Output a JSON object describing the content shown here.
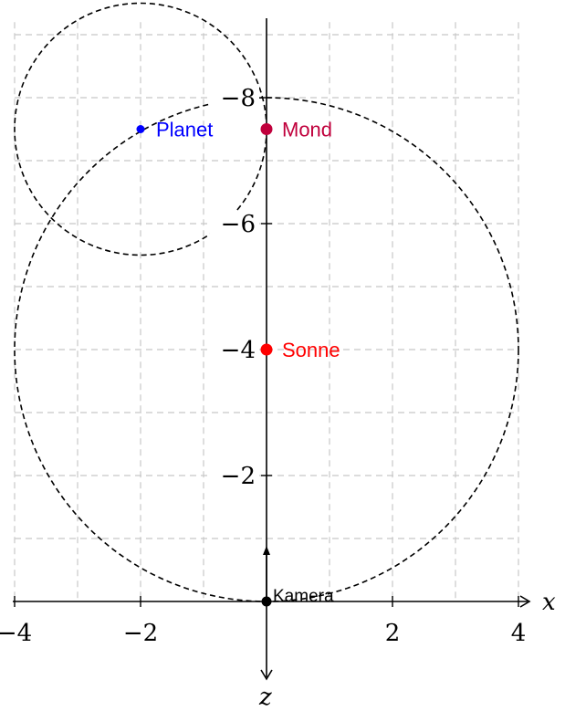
{
  "axes": {
    "x_name": "x",
    "z_name": "z",
    "x_ticks": [
      {
        "value": -4,
        "label": "−4"
      },
      {
        "value": -2,
        "label": "−2"
      },
      {
        "value": 2,
        "label": "2"
      },
      {
        "value": 4,
        "label": "4"
      }
    ],
    "z_ticks": [
      {
        "value": -8,
        "label": "−8"
      },
      {
        "value": -6,
        "label": "−6"
      },
      {
        "value": -4,
        "label": "−4"
      },
      {
        "value": -2,
        "label": "−2"
      }
    ],
    "grid": true,
    "x_range": [
      -4,
      4
    ],
    "z_range": [
      -8.7,
      0
    ]
  },
  "bodies": [
    {
      "id": "sonne",
      "label": "Sonne",
      "x": 0,
      "z": -4,
      "color": "#ff0000",
      "size": "large"
    },
    {
      "id": "planet",
      "label": "Planet",
      "x": -2,
      "z": -7.5,
      "color": "#0000ff",
      "size": "small"
    },
    {
      "id": "mond",
      "label": "Mond",
      "x": 0,
      "z": -7.5,
      "color": "#c0003c",
      "size": "large"
    },
    {
      "id": "kamera",
      "label": "Kamera",
      "x": 0,
      "z": 0,
      "color": "#000000",
      "size": "medium"
    }
  ],
  "orbits": [
    {
      "id": "sun-orbit",
      "cx": 0,
      "cz": -4,
      "r": 4
    },
    {
      "id": "planet-orbit",
      "cx": -2,
      "cz": -7.5,
      "r": 2
    }
  ]
}
